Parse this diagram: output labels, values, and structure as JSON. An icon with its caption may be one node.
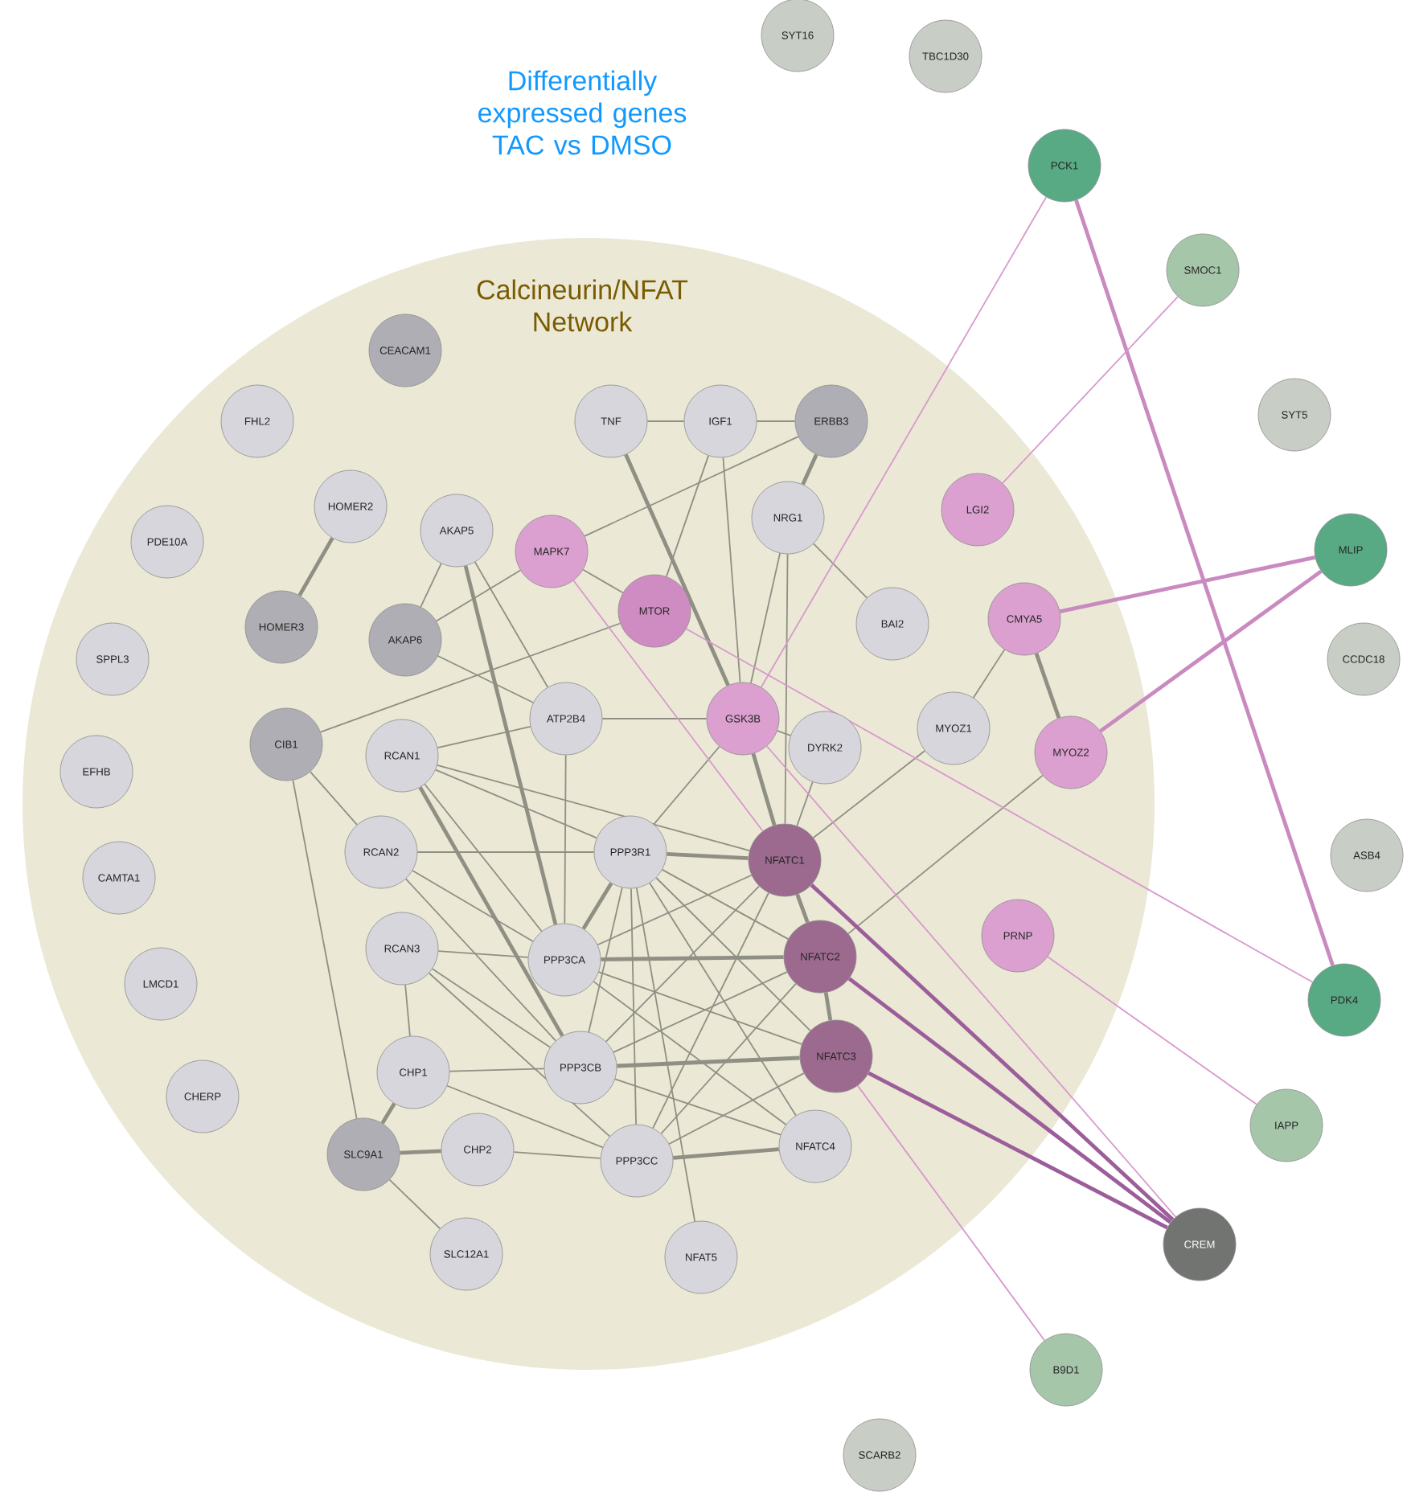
{
  "diagram": {
    "title": "Differentially expressed genes TAC vs DMSO",
    "nodes": [
      {
        "text": [
          "SYT16"
        ]
      },
      {
        "text": [
          "TBC1D30"
        ]
      },
      {
        "text": [
          "PCK1"
        ]
      },
      {
        "text": [
          "Calcineurin/NFAT Network"
        ]
      },
      {
        "text": [
          "SMOC1"
        ]
      },
      {
        "text": [
          "CEACAM1"
        ],
        "in": 3
      },
      {
        "text": [
          "SYT5"
        ]
      },
      {
        "text": [
          "FHL2"
        ],
        "in": 3
      },
      {
        "text": [
          "TNF"
        ],
        "in": 3
      },
      {
        "text": [
          "IGF1"
        ],
        "in": 3
      },
      {
        "text": [
          "ERBB3"
        ],
        "in": 3
      },
      {
        "text": [
          "HOMER2"
        ],
        "in": 3
      },
      {
        "text": [
          "LGI2"
        ],
        "in": 3
      },
      {
        "text": [
          "NRG1"
        ],
        "in": 3
      },
      {
        "text": [
          "AKAP5"
        ],
        "in": 3
      },
      {
        "text": [
          "PDE10A"
        ],
        "in": 3
      },
      {
        "text": [
          "MLIP"
        ]
      },
      {
        "text": [
          "MAPK7"
        ],
        "in": 3
      },
      {
        "text": [
          "MTOR"
        ],
        "in": 3
      },
      {
        "text": [
          "BAI2"
        ],
        "in": 3
      },
      {
        "text": [
          "CMYA5"
        ],
        "in": 3
      },
      {
        "text": [
          "HOMER3"
        ],
        "in": 3
      },
      {
        "text": [
          "AKAP6"
        ],
        "in": 3
      },
      {
        "text": [
          "SPPL3"
        ],
        "in": 3
      },
      {
        "text": [
          "CCDC18"
        ]
      },
      {
        "text": [
          "ATP2B4"
        ],
        "in": 3
      },
      {
        "text": [
          "GSK3B"
        ],
        "in": 3
      },
      {
        "text": [
          "MYOZ1"
        ],
        "in": 3
      },
      {
        "text": [
          "CIB1"
        ],
        "in": 3
      },
      {
        "text": [
          "RCAN1"
        ],
        "in": 3
      },
      {
        "text": [
          "DYRK2"
        ],
        "in": 3
      },
      {
        "text": [
          "MYOZ2"
        ],
        "in": 3
      },
      {
        "text": [
          "EFHB"
        ],
        "in": 3
      },
      {
        "text": [
          "RCAN2"
        ],
        "in": 3
      },
      {
        "text": [
          "PPP3R1"
        ],
        "in": 3
      },
      {
        "text": [
          "NFATC1"
        ],
        "in": 3
      },
      {
        "text": [
          "ASB4"
        ]
      },
      {
        "text": [
          "CAMTA1"
        ],
        "in": 3
      },
      {
        "text": [
          "PRNP"
        ],
        "in": 3
      },
      {
        "text": [
          "RCAN3"
        ],
        "in": 3
      },
      {
        "text": [
          "PPP3CA"
        ],
        "in": 3
      },
      {
        "text": [
          "NFATC2"
        ],
        "in": 3
      },
      {
        "text": [
          "LMCD1"
        ],
        "in": 3
      },
      {
        "text": [
          "PDK4"
        ]
      },
      {
        "text": [
          "NFATC3"
        ],
        "in": 3
      },
      {
        "text": [
          "CHP1"
        ],
        "in": 3
      },
      {
        "text": [
          "PPP3CB"
        ],
        "in": 3
      },
      {
        "text": [
          "CHERP"
        ],
        "in": 3
      },
      {
        "text": [
          "IAPP"
        ]
      },
      {
        "text": [
          "NFATC4"
        ],
        "in": 3
      },
      {
        "text": [
          "CHP2"
        ],
        "in": 3
      },
      {
        "text": [
          "SLC9A1"
        ],
        "in": 3
      },
      {
        "text": [
          "PPP3CC"
        ],
        "in": 3
      },
      {
        "text": [
          "CREM"
        ]
      },
      {
        "text": [
          "SLC12A1"
        ],
        "in": 3
      },
      {
        "text": [
          "NFAT5"
        ],
        "in": 3
      },
      {
        "text": [
          "B9D1"
        ]
      },
      {
        "text": [
          "SCARB2"
        ]
      }
    ],
    "edges": [
      {
        "from": 8,
        "to": 9,
        "arrow": "none"
      },
      {
        "from": 9,
        "to": 10,
        "arrow": "none"
      },
      {
        "from": 10,
        "to": 13,
        "arrow": "none",
        "style": "thick"
      },
      {
        "from": 11,
        "to": 21,
        "arrow": "none",
        "style": "thick"
      },
      {
        "from": 13,
        "to": 19,
        "arrow": "none"
      },
      {
        "from": 20,
        "to": 31,
        "arrow": "none",
        "style": "thick"
      },
      {
        "from": 20,
        "to": 27,
        "arrow": "none"
      },
      {
        "from": 8,
        "to": 26,
        "arrow": "none",
        "style": "thick"
      },
      {
        "from": 9,
        "to": 18,
        "arrow": "none"
      },
      {
        "from": 9,
        "to": 26,
        "arrow": "none"
      },
      {
        "from": 10,
        "to": 17,
        "arrow": "none"
      },
      {
        "from": 13,
        "to": 26,
        "arrow": "none"
      },
      {
        "from": 13,
        "to": 35,
        "arrow": "none"
      },
      {
        "from": 14,
        "to": 22,
        "arrow": "none"
      },
      {
        "from": 14,
        "to": 40,
        "arrow": "none",
        "style": "thick"
      },
      {
        "from": 14,
        "to": 25,
        "arrow": "none"
      },
      {
        "from": 17,
        "to": 22,
        "arrow": "none"
      },
      {
        "from": 17,
        "to": 18,
        "arrow": "none"
      },
      {
        "from": 18,
        "to": 28,
        "arrow": "none"
      },
      {
        "from": 28,
        "to": 51,
        "arrow": "none"
      },
      {
        "from": 28,
        "to": 33,
        "arrow": "none"
      },
      {
        "from": 51,
        "to": 45,
        "arrow": "none",
        "style": "thick"
      },
      {
        "from": 51,
        "to": 50,
        "arrow": "none",
        "style": "thick"
      },
      {
        "from": 51,
        "to": 54,
        "arrow": "none"
      },
      {
        "from": 29,
        "to": 40,
        "arrow": "none"
      },
      {
        "from": 29,
        "to": 46,
        "arrow": "none",
        "style": "thick"
      },
      {
        "from": 29,
        "to": 34,
        "arrow": "none"
      },
      {
        "from": 29,
        "to": 35,
        "arrow": "none"
      },
      {
        "from": 29,
        "to": 25,
        "arrow": "none"
      },
      {
        "from": 27,
        "to": 35,
        "arrow": "none"
      },
      {
        "from": 33,
        "to": 34,
        "arrow": "none"
      },
      {
        "from": 33,
        "to": 40,
        "arrow": "none"
      },
      {
        "from": 33,
        "to": 46,
        "arrow": "none"
      },
      {
        "from": 39,
        "to": 40,
        "arrow": "none"
      },
      {
        "from": 39,
        "to": 46,
        "arrow": "none"
      },
      {
        "from": 39,
        "to": 52,
        "arrow": "none"
      },
      {
        "from": 39,
        "to": 45,
        "arrow": "none"
      },
      {
        "from": 34,
        "to": 35,
        "arrow": "none",
        "style": "thick"
      },
      {
        "from": 34,
        "to": 41,
        "arrow": "none"
      },
      {
        "from": 34,
        "to": 44,
        "arrow": "none"
      },
      {
        "from": 34,
        "to": 49,
        "arrow": "none"
      },
      {
        "from": 34,
        "to": 40,
        "arrow": "none",
        "style": "thick"
      },
      {
        "from": 34,
        "to": 46,
        "arrow": "none"
      },
      {
        "from": 34,
        "to": 52,
        "arrow": "none"
      },
      {
        "from": 40,
        "to": 35,
        "arrow": "none"
      },
      {
        "from": 40,
        "to": 41,
        "arrow": "none",
        "style": "thick"
      },
      {
        "from": 40,
        "to": 44,
        "arrow": "none"
      },
      {
        "from": 40,
        "to": 49,
        "arrow": "none"
      },
      {
        "from": 46,
        "to": 35,
        "arrow": "none"
      },
      {
        "from": 46,
        "to": 41,
        "arrow": "none"
      },
      {
        "from": 46,
        "to": 44,
        "arrow": "none",
        "style": "thick"
      },
      {
        "from": 46,
        "to": 49,
        "arrow": "none"
      },
      {
        "from": 52,
        "to": 35,
        "arrow": "none"
      },
      {
        "from": 52,
        "to": 41,
        "arrow": "none"
      },
      {
        "from": 52,
        "to": 44,
        "arrow": "none"
      },
      {
        "from": 52,
        "to": 49,
        "arrow": "none",
        "style": "thick"
      },
      {
        "from": 26,
        "to": 35,
        "arrow": "none",
        "style": "thick"
      },
      {
        "from": 26,
        "to": 30,
        "arrow": "none"
      },
      {
        "from": 26,
        "to": 34,
        "arrow": "none"
      },
      {
        "from": 30,
        "to": 35,
        "arrow": "none"
      },
      {
        "from": 35,
        "to": 41,
        "arrow": "none",
        "style": "thick"
      },
      {
        "from": 41,
        "to": 44,
        "arrow": "none",
        "style": "thick"
      },
      {
        "from": 25,
        "to": 40,
        "arrow": "none"
      },
      {
        "from": 25,
        "to": 22,
        "arrow": "none"
      },
      {
        "from": 25,
        "to": 26,
        "arrow": "none"
      },
      {
        "from": 45,
        "to": 46,
        "arrow": "none"
      },
      {
        "from": 50,
        "to": 52,
        "arrow": "none"
      },
      {
        "from": 45,
        "to": 52,
        "arrow": "none"
      },
      {
        "from": 55,
        "to": 34,
        "arrow": "none"
      },
      {
        "from": 31,
        "to": 41,
        "arrow": "none"
      },
      {
        "from": 2,
        "to": 26,
        "arrow": "none",
        "color": "#d898cc"
      },
      {
        "from": 2,
        "to": 43,
        "arrow": "none",
        "style": "thick",
        "color": "#c98ac0"
      },
      {
        "from": 4,
        "to": 12,
        "arrow": "none",
        "color": "#d898cc"
      },
      {
        "from": 16,
        "to": 20,
        "arrow": "none",
        "style": "thick",
        "color": "#c98ac0"
      },
      {
        "from": 16,
        "to": 31,
        "arrow": "none",
        "style": "thick",
        "color": "#c98ac0"
      },
      {
        "from": 17,
        "to": 35,
        "arrow": "none",
        "color": "#d898cc"
      },
      {
        "from": 18,
        "to": 43,
        "arrow": "none",
        "color": "#d898cc"
      },
      {
        "from": 26,
        "to": 53,
        "arrow": "none",
        "color": "#d898cc"
      },
      {
        "from": 35,
        "to": 53,
        "arrow": "none",
        "style": "thick",
        "color": "#9c5e9a"
      },
      {
        "from": 41,
        "to": 53,
        "arrow": "none",
        "style": "thick",
        "color": "#9c5e9a"
      },
      {
        "from": 44,
        "to": 53,
        "arrow": "none",
        "style": "thick",
        "color": "#9c5e9a"
      },
      {
        "from": 44,
        "to": 56,
        "arrow": "none",
        "color": "#d898cc"
      },
      {
        "from": 38,
        "to": 48,
        "arrow": "none",
        "color": "#d898cc"
      }
    ]
  }
}
